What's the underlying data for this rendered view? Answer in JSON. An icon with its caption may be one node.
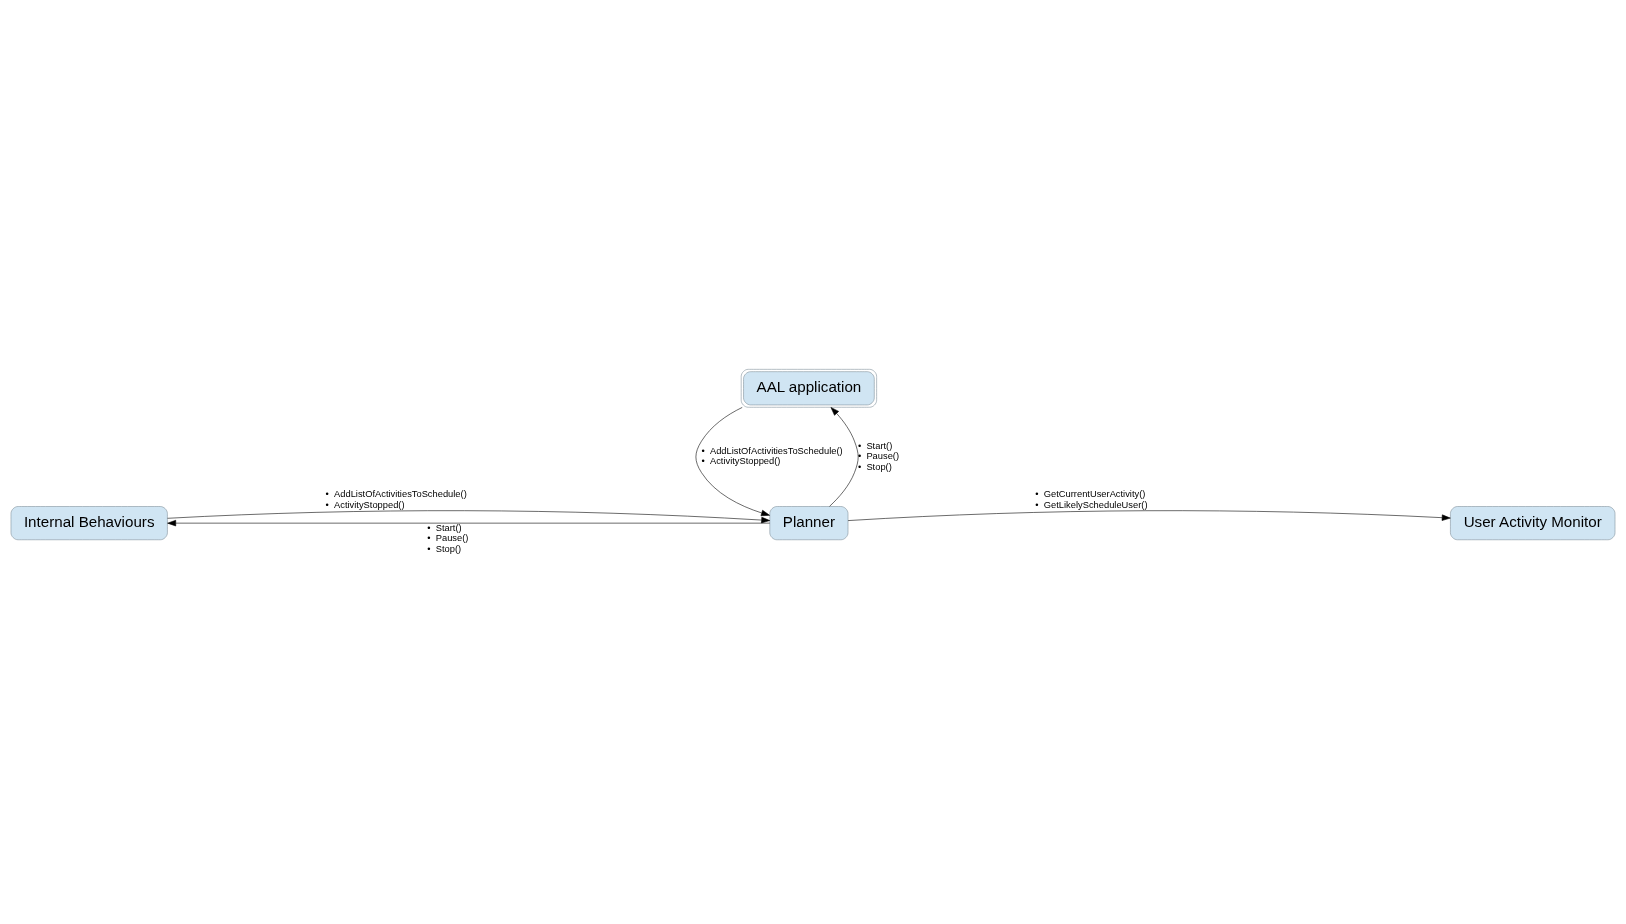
{
  "diagram": {
    "nodes": [
      {
        "text": [
          "AAL application"
        ]
      },
      {
        "text": [
          "Internal Behaviours"
        ]
      },
      {
        "text": [
          "Planner"
        ]
      },
      {
        "text": [
          "User Activity Monitor"
        ]
      }
    ],
    "edges": [
      {
        "from": 0,
        "to": 2,
        "arrow": "to",
        "label": "• AddListOfActivitiesToSchedule() • ActivityStopped()"
      },
      {
        "from": 2,
        "to": 0,
        "arrow": "to",
        "label": "• Start() • Pause() • Stop()"
      },
      {
        "from": 2,
        "to": 1,
        "arrow": "to",
        "label": "• Start() • Pause() • Stop()"
      },
      {
        "from": 1,
        "to": 2,
        "arrow": "to",
        "label": "• AddListOfActivitiesToSchedule() • ActivityStopped()"
      },
      {
        "from": 2,
        "to": 3,
        "arrow": "to",
        "label": "• GetCurrentUserActivity() • GetLikelyScheduleUser()"
      }
    ]
  }
}
